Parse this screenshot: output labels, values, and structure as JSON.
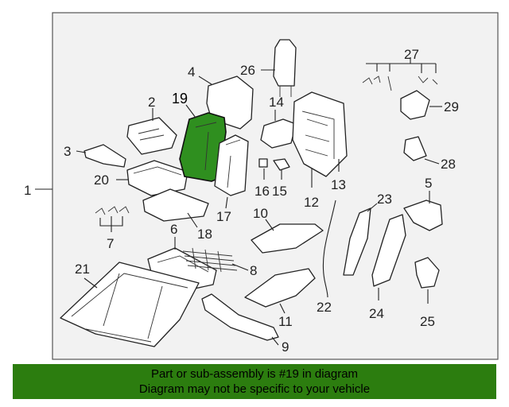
{
  "callouts": {
    "c1": "1",
    "c2": "2",
    "c3": "3",
    "c4": "4",
    "c5": "5",
    "c6": "6",
    "c7": "7",
    "c8": "8",
    "c9": "9",
    "c10": "10",
    "c11": "11",
    "c12": "12",
    "c13": "13",
    "c14": "14",
    "c15": "15",
    "c16": "16",
    "c17": "17",
    "c18": "18",
    "c19": "19",
    "c20": "20",
    "c21": "21",
    "c22": "22",
    "c23": "23",
    "c24": "24",
    "c25": "25",
    "c26": "26",
    "c27": "27",
    "c28": "28",
    "c29": "29"
  },
  "highlight": {
    "part_number": "19",
    "color": "#2f8f1f"
  },
  "banner": {
    "line1": "Part or sub-assembly is #19 in diagram",
    "line2": "Diagram may not be specific to your vehicle",
    "color": "#2c7d0f"
  }
}
